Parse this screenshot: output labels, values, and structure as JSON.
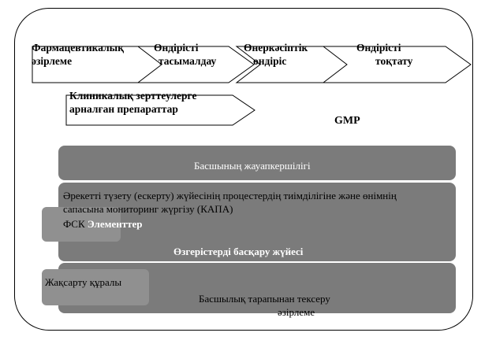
{
  "stages": {
    "s1_line1": "Фармацевтикалық",
    "s1_line2": "әзірлеме",
    "s2_line1": "Өндірісті",
    "s2_line2": "тасымалдау",
    "s3_line1": "Өнеркәсіптік",
    "s3_line2": "өндіріс",
    "s4_line1": "Өндірісті",
    "s4_line2": "тоқтату",
    "clinical_line1": "Клиникалық зерттеулерге",
    "clinical_line2": "арналған препараттар"
  },
  "gmp_label": "GMP",
  "bands": {
    "management_responsibility": "Басшының жауапкершілігі",
    "capa_line1": "Әрекетті  түзету (ескерту) жүйесінің процестердің тиімділігіне және өнімнің",
    "capa_line2": "сапасына мониторинг жүргізу (КАПА)",
    "fsk_prefix": "ФСК",
    "fsk_elements": "Элементтер",
    "change_management": "Өзгерістерді басқару жүйесі",
    "improvement_tools": "Жақсарту  құралы",
    "management_review_line1": "Басшылық тарапынан тексеру",
    "management_review_line2": "әзірлеме"
  },
  "colors": {
    "band": "#7b7b7b",
    "chip": "#909090",
    "stroke": "#000000"
  }
}
